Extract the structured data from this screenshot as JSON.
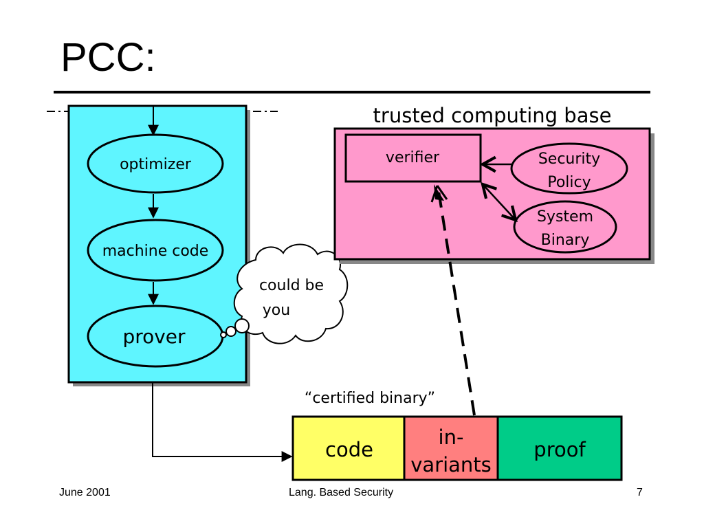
{
  "slide": {
    "title": "PCC:",
    "colors": {
      "producer_box": "#5ff5ff",
      "tcb_box": "#ff99cc",
      "code": "#ffff66",
      "invariants": "#ff7f7f",
      "proof": "#00cc88",
      "shadow": "#888888"
    }
  },
  "diagram": {
    "producer": {
      "optimizer": "optimizer",
      "machine_code": "machine code",
      "prover": "prover"
    },
    "thought_bubble": {
      "line1": "could be",
      "line2": "you"
    },
    "tcb": {
      "label": "trusted computing base",
      "verifier": "verifier",
      "security_policy": {
        "line1": "Security",
        "line2": "Policy"
      },
      "system_binary": {
        "line1": "System",
        "line2": "Binary"
      }
    },
    "certified_binary": {
      "label": "“certified binary”",
      "code": "code",
      "invariants": {
        "line1": "in-",
        "line2": "variants"
      },
      "proof": "proof"
    }
  },
  "footer": {
    "date": "June 2001",
    "center": "Lang. Based Security",
    "page": "7"
  }
}
